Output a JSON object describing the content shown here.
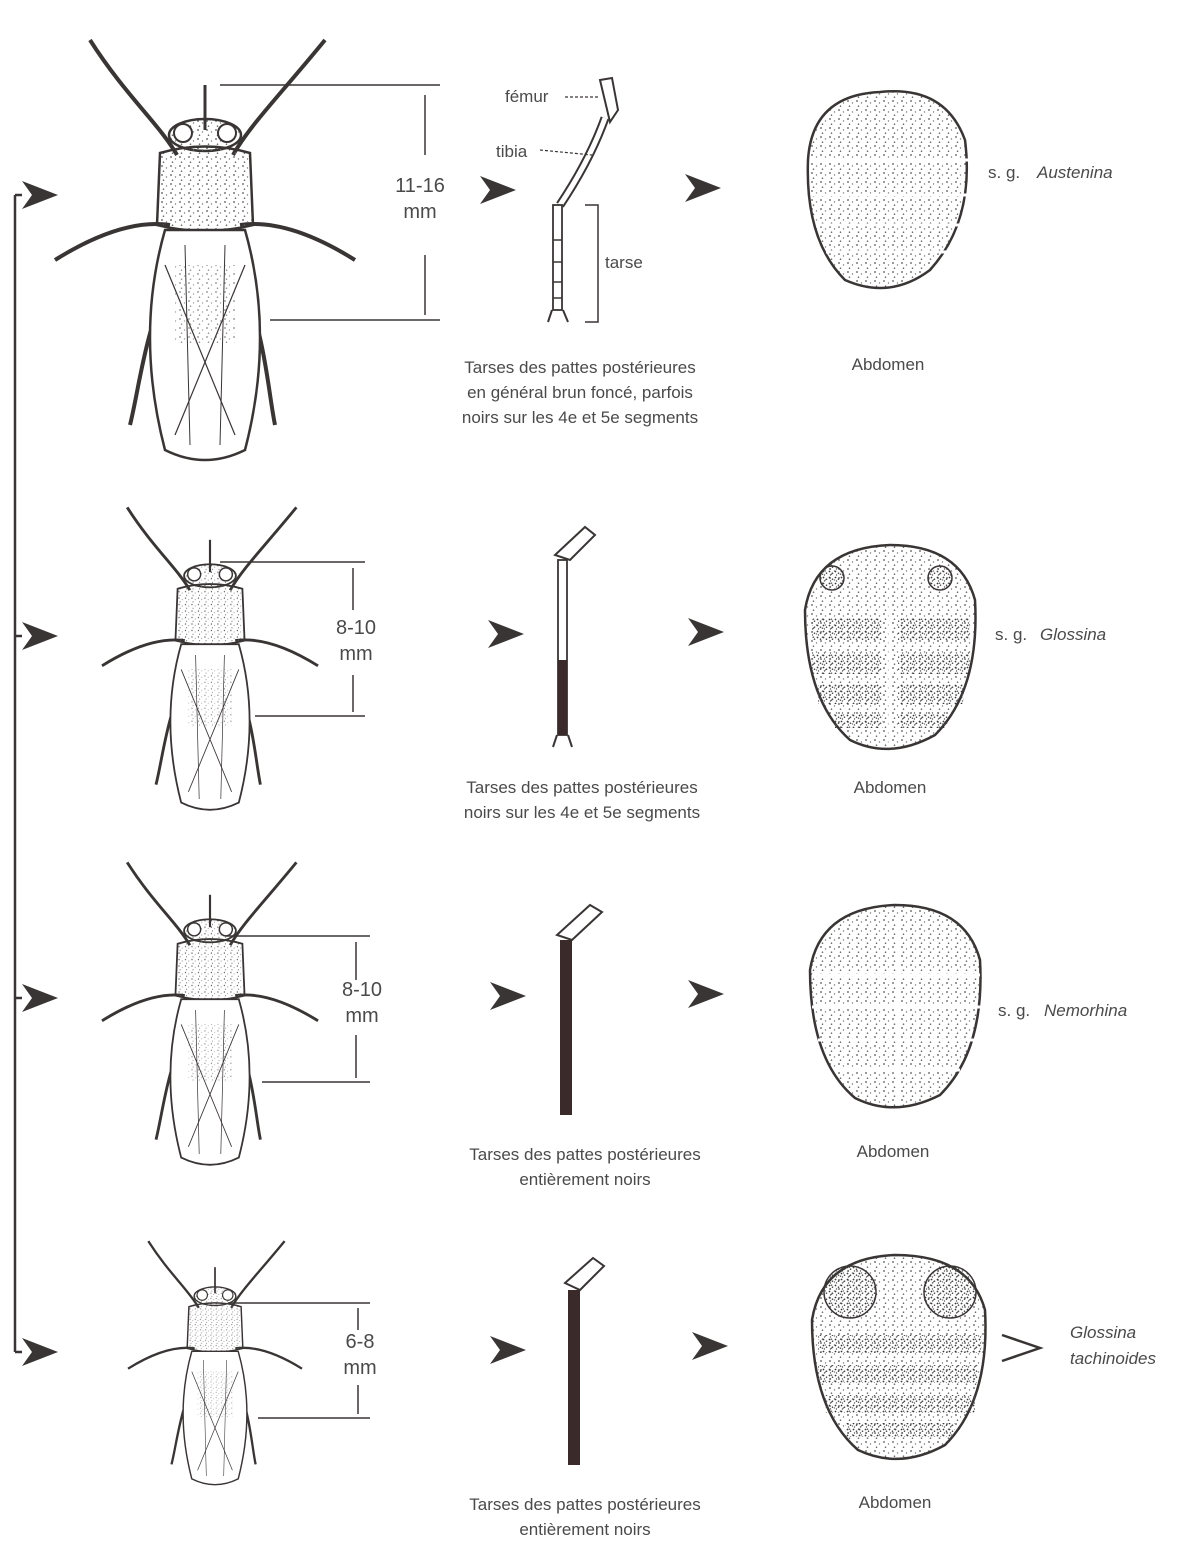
{
  "colors": {
    "ink": "#3a3535",
    "text": "#4a4a4a",
    "tarsus_dark": "#3b2a2a",
    "background": "#ffffff"
  },
  "icons": [
    "arrow-right-icon",
    "fly-illustration",
    "hind-leg-illustration",
    "abdomen-illustration"
  ],
  "leg_labels": {
    "femur": "fémur",
    "tibia": "tibia",
    "tarse": "tarse"
  },
  "rows": [
    {
      "size_line1": "11-16",
      "size_line2": "mm",
      "tarsus_caption": [
        "Tarses des pattes postérieures",
        "en général brun foncé, parfois",
        "noirs sur les 4e et 5e segments"
      ],
      "abdomen_label": "Abdomen",
      "subgenus_prefix": "s. g.",
      "subgenus_name": "Austenina"
    },
    {
      "size_line1": "8-10",
      "size_line2": "mm",
      "tarsus_caption": [
        "Tarses des pattes postérieures",
        "noirs sur les 4e et 5e segments"
      ],
      "abdomen_label": "Abdomen",
      "subgenus_prefix": "s. g.",
      "subgenus_name": "Glossina"
    },
    {
      "size_line1": "8-10",
      "size_line2": "mm",
      "tarsus_caption": [
        "Tarses des pattes postérieures",
        "entièrement noirs"
      ],
      "abdomen_label": "Abdomen",
      "subgenus_prefix": "s. g.",
      "subgenus_name": "Nemorhina"
    },
    {
      "size_line1": "6-8",
      "size_line2": "mm",
      "tarsus_caption": [
        "Tarses des pattes postérieures",
        "entièrement noirs"
      ],
      "abdomen_label": "Abdomen",
      "species_line1": "Glossina",
      "species_line2": "tachinoides"
    }
  ]
}
